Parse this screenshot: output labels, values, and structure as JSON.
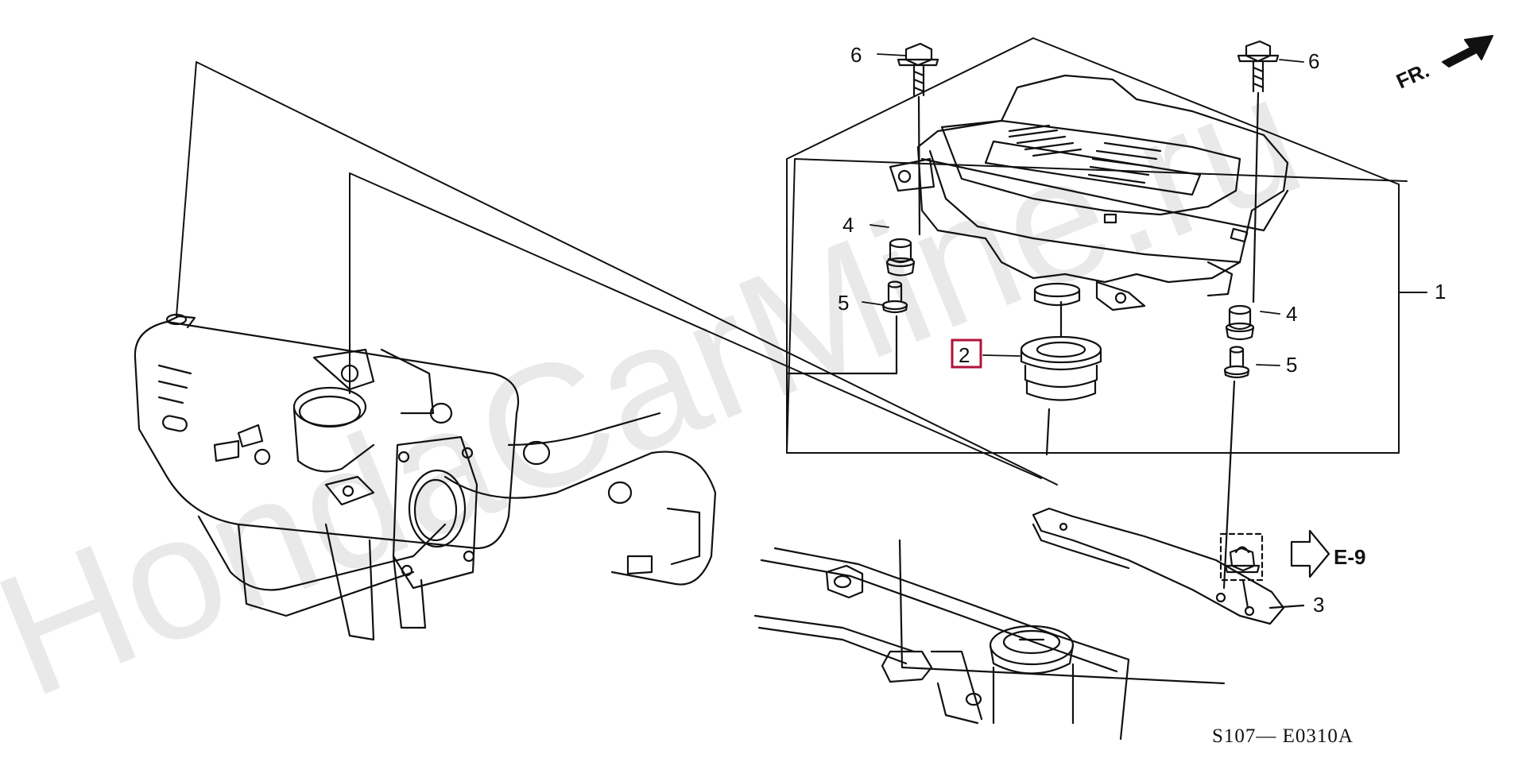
{
  "watermark": "HondaCarMine.ru",
  "direction_label": "FR.",
  "reference": "E-9",
  "diagram_code": "S107— E0310A",
  "callouts": [
    {
      "id": "top-left-bolt",
      "num": "6",
      "highlighted": false
    },
    {
      "id": "top-right-bolt",
      "num": "6",
      "highlighted": false
    },
    {
      "id": "housing",
      "num": "1",
      "highlighted": false
    },
    {
      "id": "grommet",
      "num": "2",
      "highlighted": true
    },
    {
      "id": "left-mount-rubber",
      "num": "4",
      "highlighted": false
    },
    {
      "id": "right-mount-rubber",
      "num": "4",
      "highlighted": false
    },
    {
      "id": "left-collar",
      "num": "5",
      "highlighted": false
    },
    {
      "id": "right-collar",
      "num": "5",
      "highlighted": false
    },
    {
      "id": "bracket",
      "num": "3",
      "highlighted": false
    }
  ],
  "colors": {
    "line": "#111111",
    "highlight": "#b0123a",
    "watermark": "#e9e9e9"
  }
}
